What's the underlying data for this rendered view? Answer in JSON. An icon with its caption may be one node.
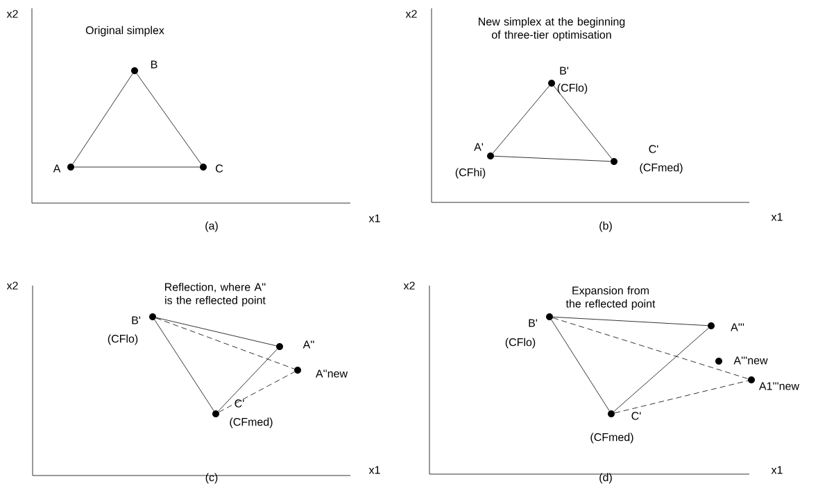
{
  "diagram": {
    "nodes": [
      {
        "text": [],
        "shape": "circle",
        "beside": [
          "A"
        ]
      },
      {
        "text": [],
        "shape": "circle",
        "beside": [
          "B"
        ]
      },
      {
        "text": [],
        "shape": "circle",
        "beside": [
          "C"
        ]
      },
      {
        "text": [],
        "shape": "circle",
        "beside": [
          "A'",
          "(CFhi)"
        ]
      },
      {
        "text": [],
        "shape": "circle",
        "beside": [
          "B'",
          "(CFlo)"
        ]
      },
      {
        "text": [],
        "shape": "circle",
        "beside": [
          "C'",
          "(CFmed)"
        ]
      },
      {
        "text": [],
        "shape": "circle",
        "beside": [
          "B'",
          "(CFlo)"
        ]
      },
      {
        "text": [],
        "shape": "circle",
        "beside": [
          "A''"
        ]
      },
      {
        "text": [],
        "shape": "circle",
        "beside": [
          "A''new"
        ]
      },
      {
        "text": [],
        "shape": "circle",
        "beside": [
          "C'",
          "(CFmed)"
        ]
      },
      {
        "text": [],
        "shape": "circle",
        "beside": [
          "B'",
          "(CFlo)"
        ]
      },
      {
        "text": [],
        "shape": "circle",
        "beside": [
          "A'''"
        ]
      },
      {
        "text": [],
        "shape": "circle",
        "beside": [
          "A'''new"
        ]
      },
      {
        "text": [],
        "shape": "circle",
        "beside": [
          "A1'''new"
        ]
      },
      {
        "text": [],
        "shape": "circle",
        "beside": [
          "C'",
          "(CFmed)"
        ]
      }
    ],
    "edges": [
      {
        "from": 0,
        "to": 1,
        "arrow": "none"
      },
      {
        "from": 1,
        "to": 2,
        "arrow": "none"
      },
      {
        "from": 0,
        "to": 2,
        "arrow": "none"
      },
      {
        "from": 3,
        "to": 4,
        "arrow": "none"
      },
      {
        "from": 4,
        "to": 5,
        "arrow": "none"
      },
      {
        "from": 3,
        "to": 5,
        "arrow": "none"
      },
      {
        "from": 6,
        "to": 7,
        "arrow": "none"
      },
      {
        "from": 6,
        "to": 9,
        "arrow": "none"
      },
      {
        "from": 9,
        "to": 7,
        "arrow": "none"
      },
      {
        "from": 6,
        "to": 8,
        "arrow": "none",
        "style": "dashed"
      },
      {
        "from": 9,
        "to": 8,
        "arrow": "none",
        "style": "dashed"
      },
      {
        "from": 10,
        "to": 11,
        "arrow": "none"
      },
      {
        "from": 10,
        "to": 14,
        "arrow": "none"
      },
      {
        "from": 14,
        "to": 11,
        "arrow": "none"
      },
      {
        "from": 10,
        "to": 13,
        "arrow": "none",
        "style": "dashed"
      },
      {
        "from": 14,
        "to": 13,
        "arrow": "none",
        "style": "dashed"
      }
    ],
    "labels": [
      "x2",
      "Original simplex",
      "x1",
      "(a)",
      "x2",
      "New simplex at the beginning of three-tier optimisation",
      "x1",
      "(b)",
      "x2",
      "Reflection, where A'' is the reflected point",
      "x1",
      "(c)",
      "x2",
      "Expansion from the reflected point",
      "x1",
      "(d)"
    ]
  }
}
